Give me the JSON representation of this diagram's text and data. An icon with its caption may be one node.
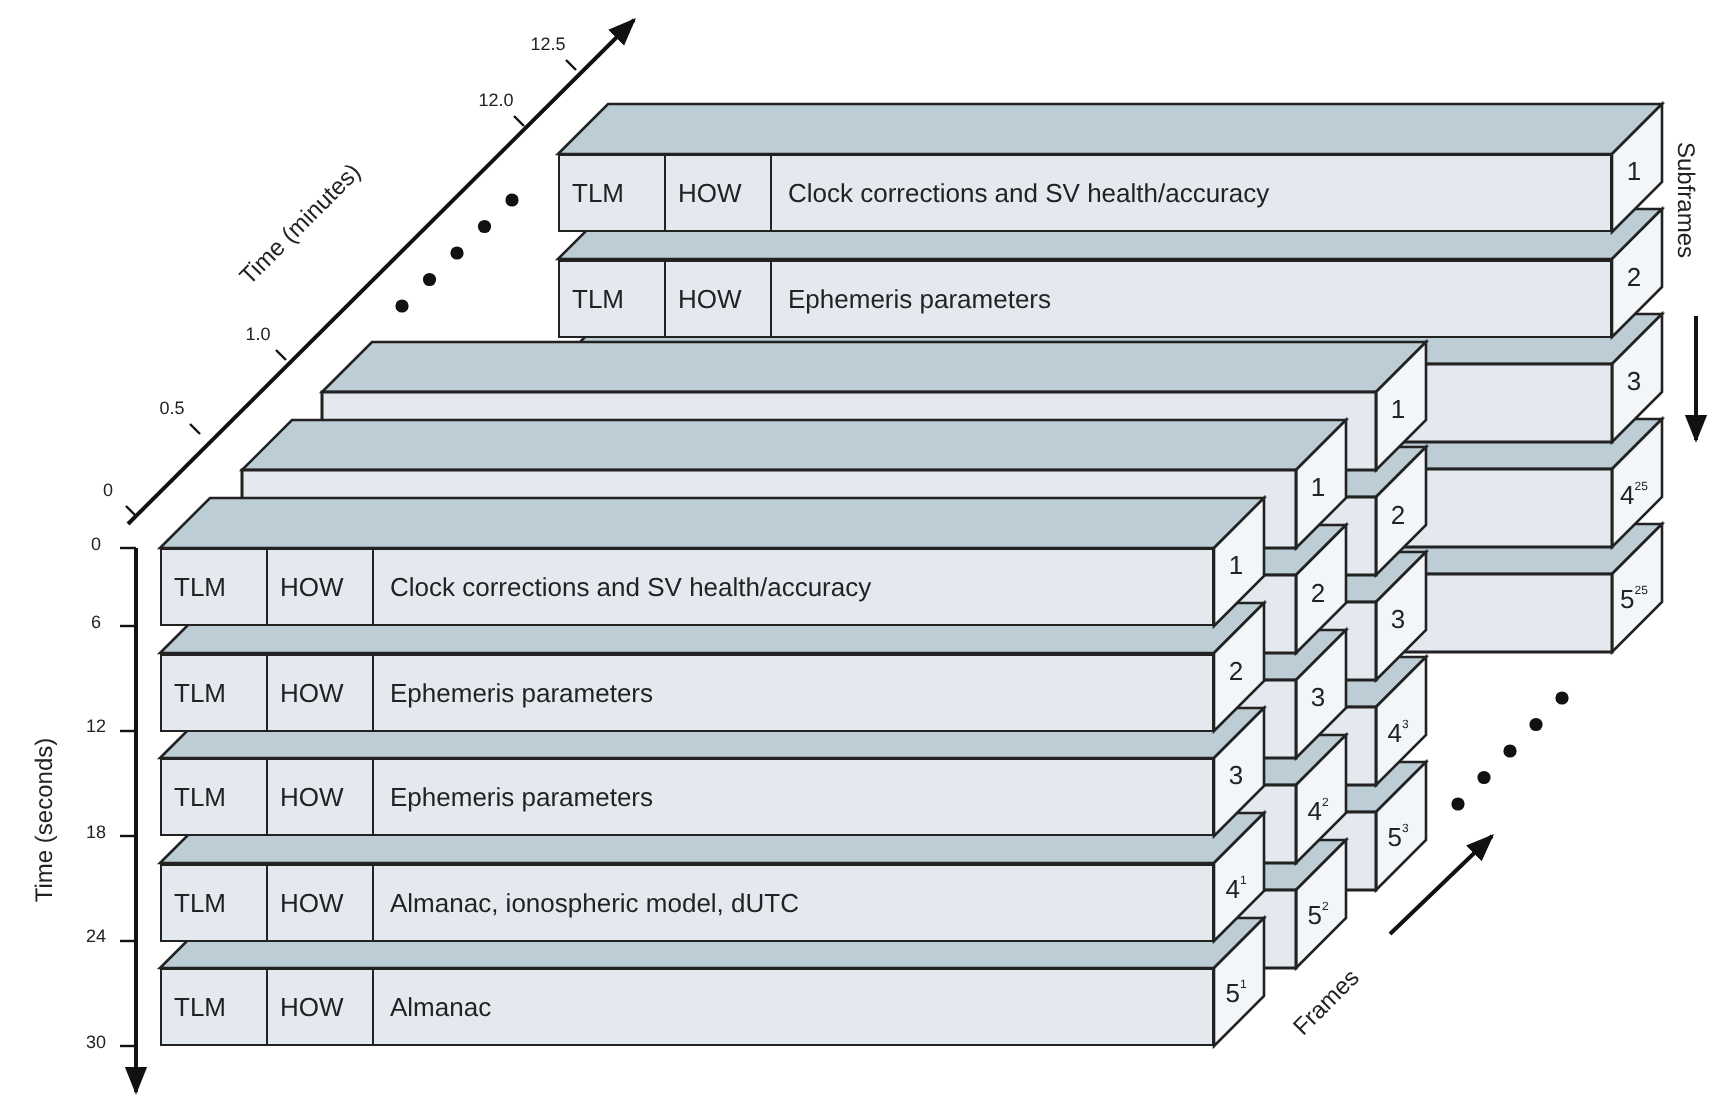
{
  "diagram": {
    "nodes": [
      {
        "text": [
          "TLM",
          "HOW",
          "Clock corrections and SV health/accuracy"
        ]
      },
      {
        "text": [
          "TLM",
          "HOW",
          "Ephemeris parameters"
        ]
      },
      {
        "text": [
          "TLM",
          "HOW",
          "Clock corrections and SV health/accuracy"
        ]
      },
      {
        "text": [
          "TLM",
          "HOW",
          "Ephemeris parameters"
        ]
      },
      {
        "text": [
          "TLM",
          "HOW",
          "Ephemeris parameters"
        ]
      },
      {
        "text": [
          "TLM",
          "HOW",
          "Almanac, ionospheric model, dUTC"
        ]
      },
      {
        "text": [
          "TLM",
          "HOW",
          "Almanac"
        ]
      }
    ],
    "labels": [
      "0",
      "0.5",
      "1.0",
      "12.0",
      "12.5",
      "Time (minutes)",
      "Subframes",
      "1",
      "2",
      "3",
      "4$^{25}$",
      "5$^{25}$",
      "1",
      "2",
      "3",
      "4$^{3}$",
      "5$^{3}$",
      "1",
      "2",
      "3",
      "4$^{2}$",
      "5$^{2}$",
      "0",
      "6",
      "12",
      "18",
      "24",
      "30",
      "Time (seconds)",
      "1",
      "2",
      "3",
      "4$^{1}$",
      "5$^{1}$",
      "Frames"
    ]
  }
}
